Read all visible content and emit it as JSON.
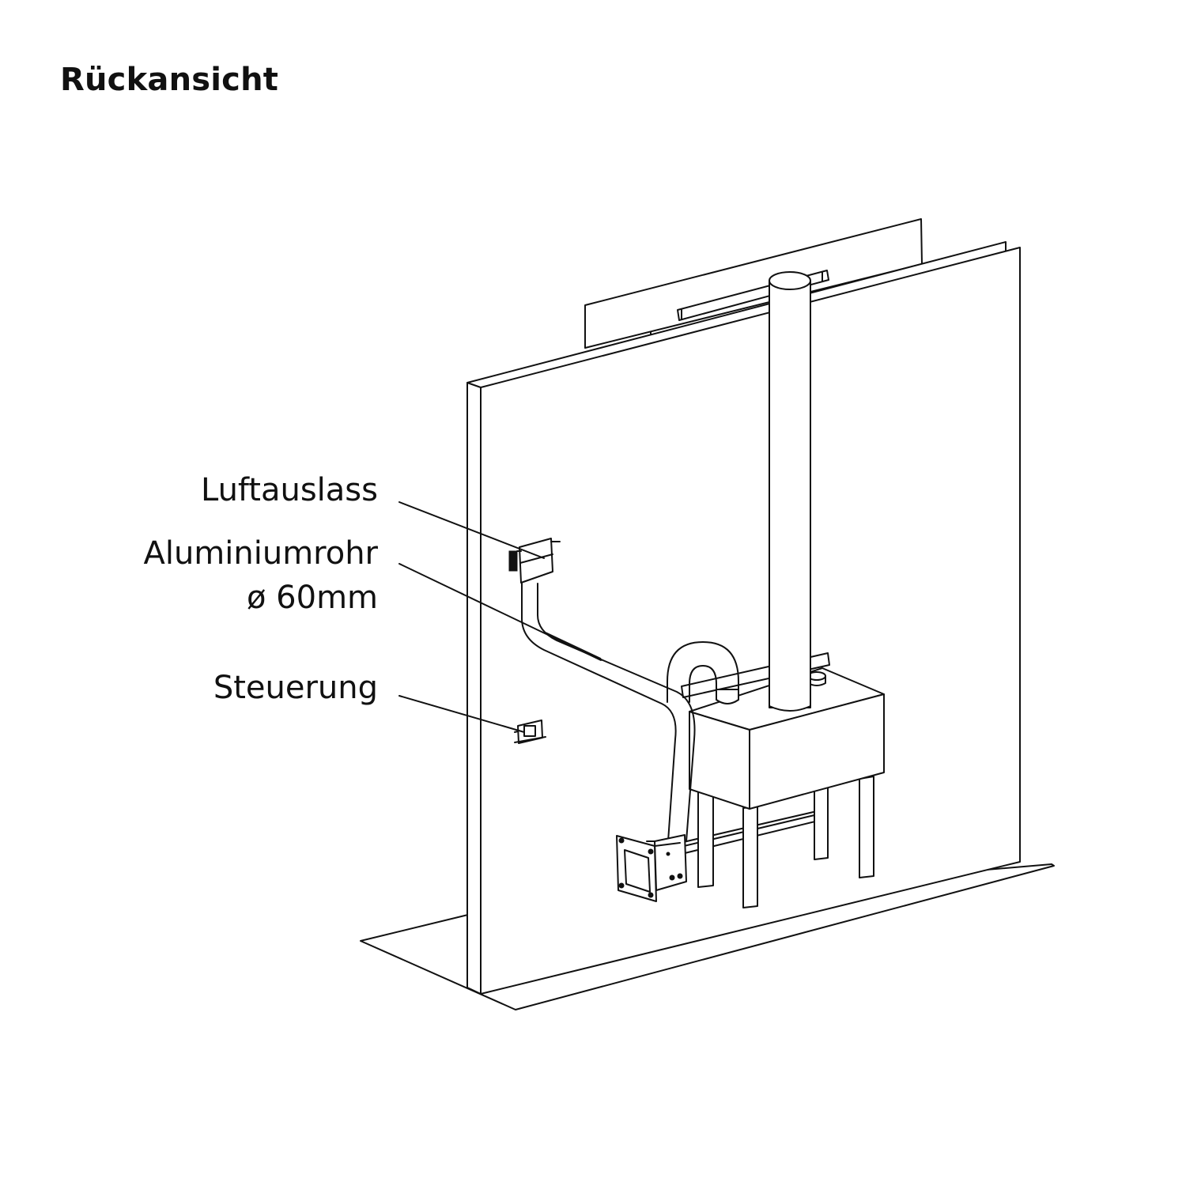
{
  "title": "Rückansicht",
  "labels": {
    "air_outlet": "Luftauslass",
    "aluminium_pipe": "Aluminiumrohr",
    "pipe_diameter": "ø 60mm",
    "control_unit": "Steuerung"
  },
  "colors": {
    "line": "#111111",
    "background": "#ffffff"
  }
}
